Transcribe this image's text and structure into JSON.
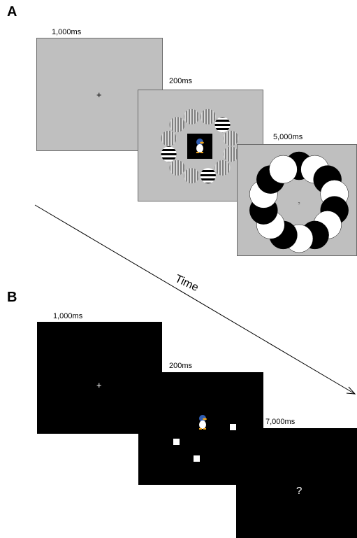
{
  "panel_a": {
    "letter": "A",
    "durations": [
      "1,000ms",
      "200ms",
      "5,000ms"
    ],
    "fixation": "+",
    "response_cue": "?",
    "colors": {
      "screen": "#bfbfbf",
      "border": "#6b6b6b",
      "stim": "#000000"
    }
  },
  "panel_b": {
    "letter": "B",
    "durations": [
      "1,000ms",
      "200ms",
      "7,000ms"
    ],
    "fixation": "+",
    "response_cue": "?",
    "colors": {
      "screen": "#000000",
      "squares": "#ffffff"
    }
  },
  "timeline": {
    "label": "Time"
  },
  "target_icon": "cartoon-duck-icon"
}
